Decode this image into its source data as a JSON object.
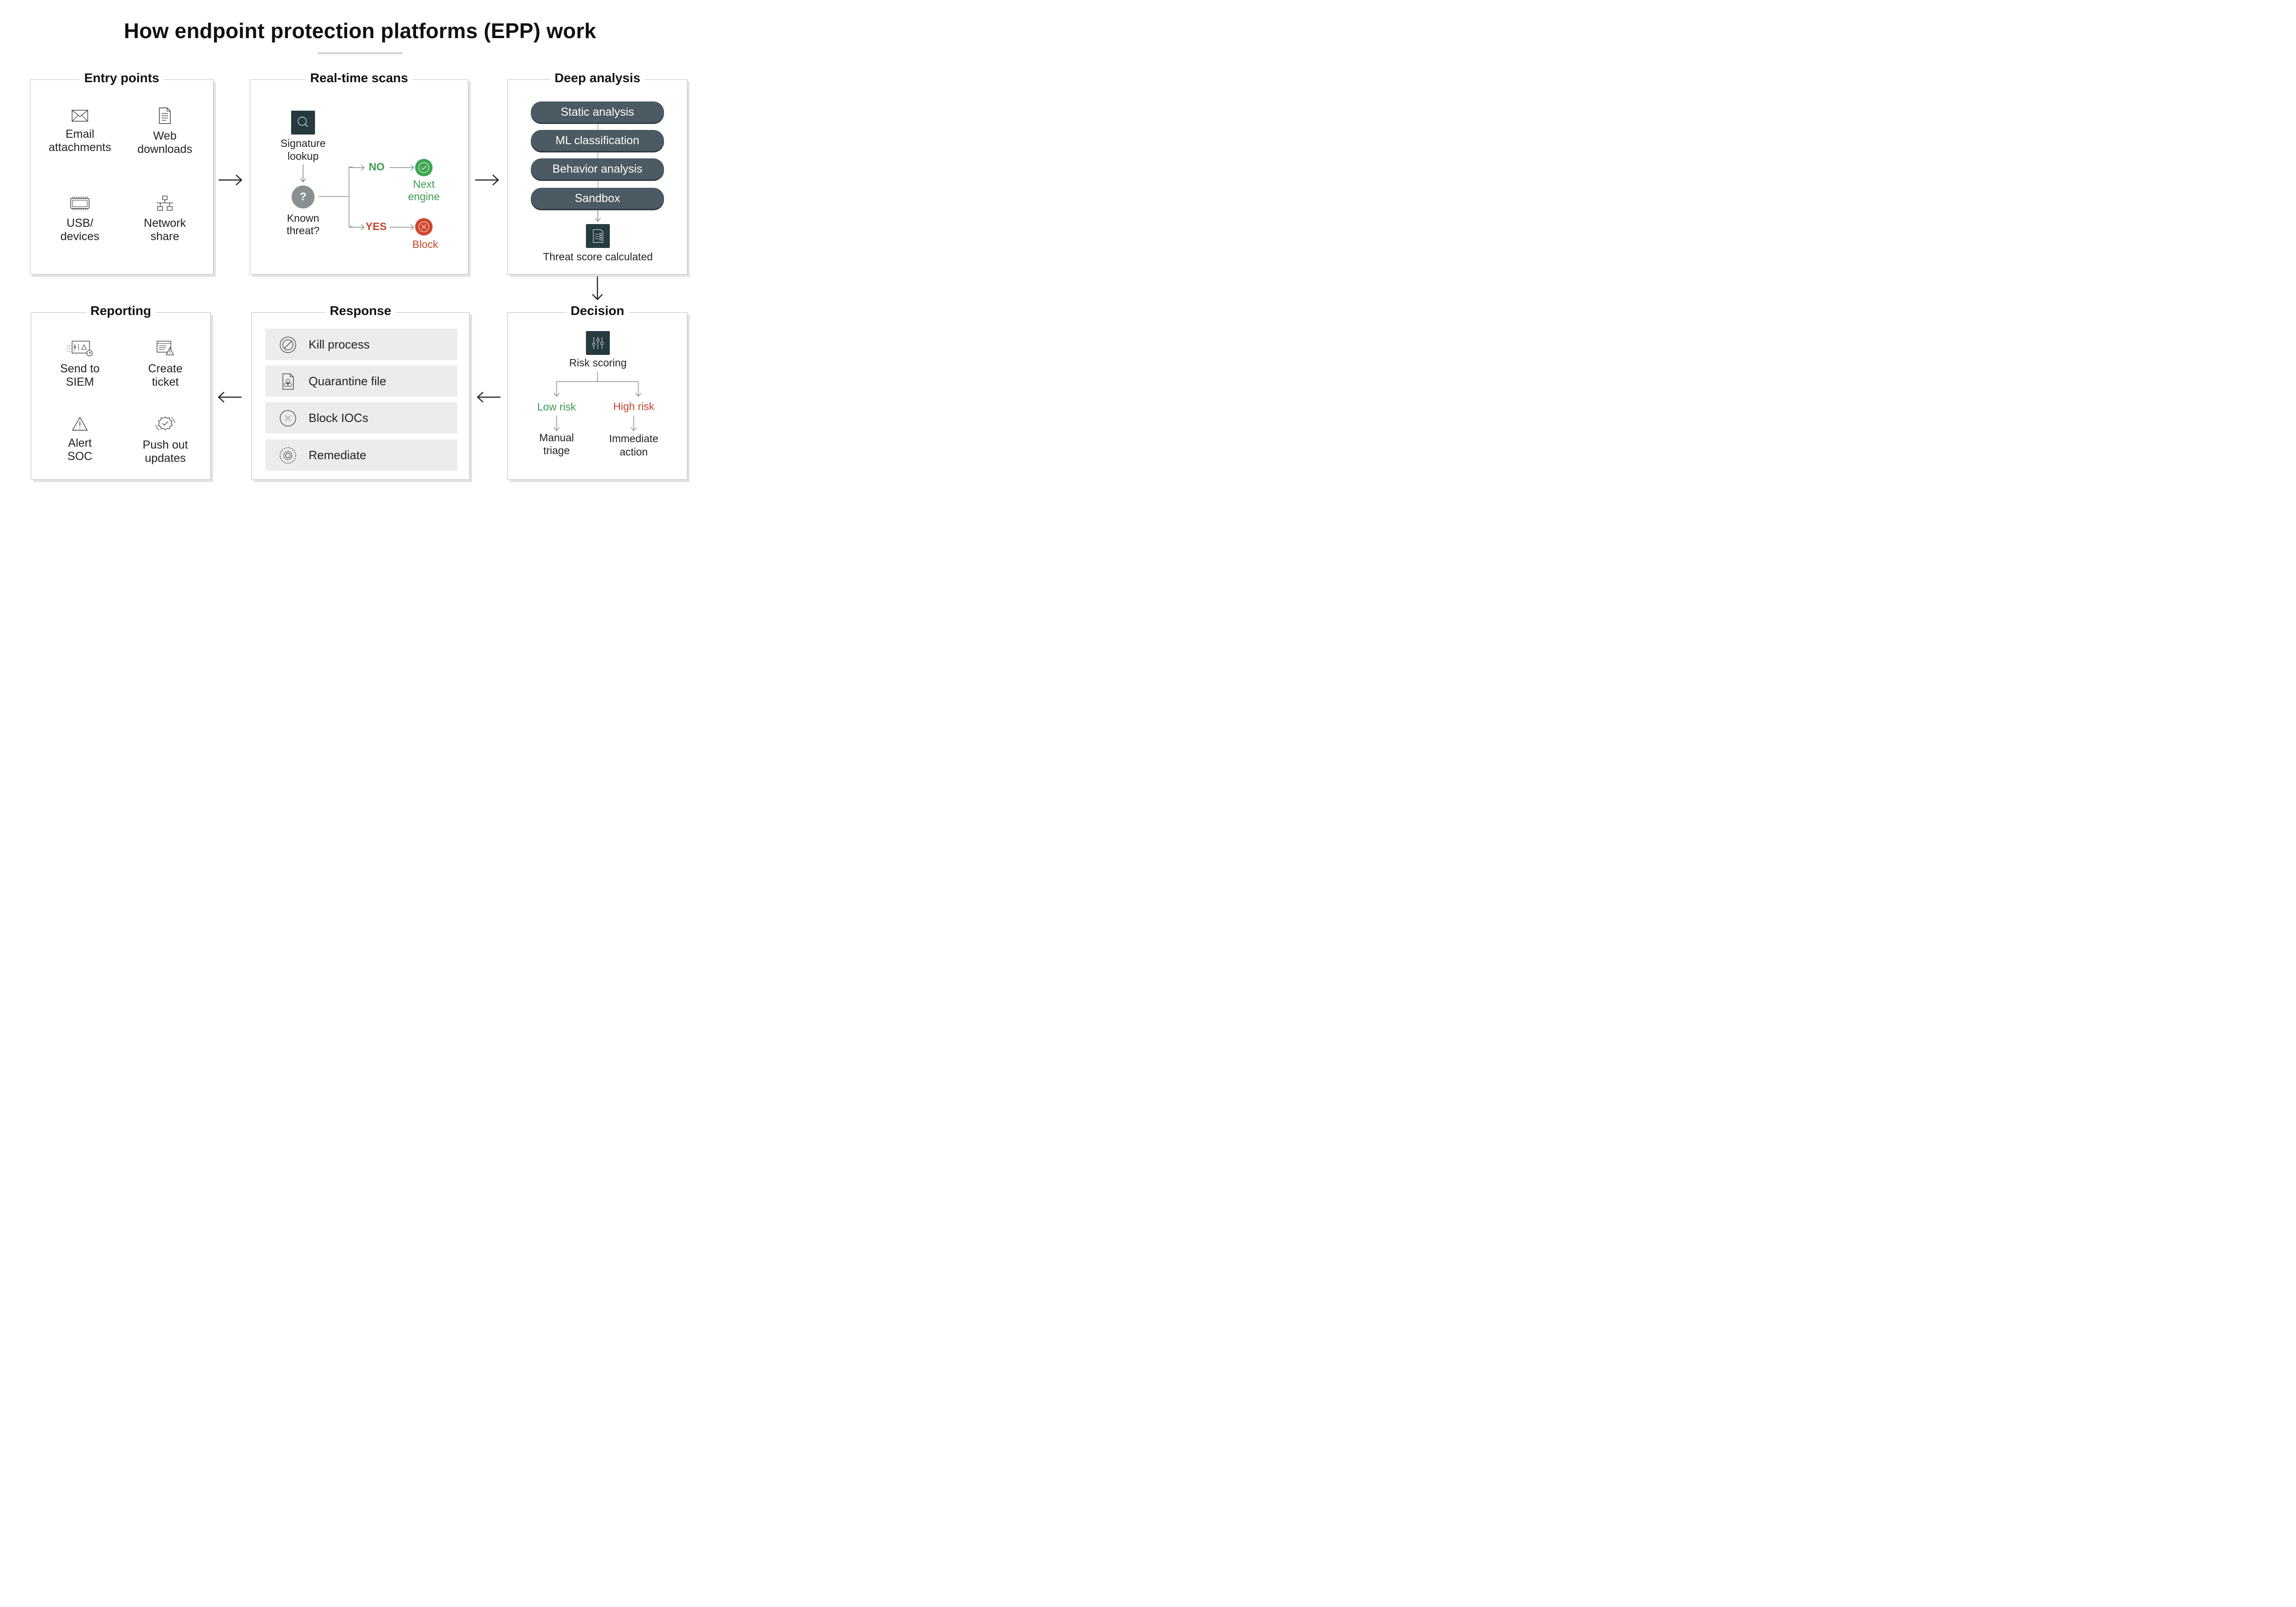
{
  "title": "How endpoint protection platforms (EPP) work",
  "colors": {
    "dark": "#263a40",
    "pill": "#4b5a63",
    "green": "#3a9c4f",
    "red": "#c9432c",
    "rowbg": "#ececec"
  },
  "entry": {
    "title": "Entry points",
    "items": [
      {
        "icon": "envelope-icon",
        "label1": "Email",
        "label2": "attachments"
      },
      {
        "icon": "document-icon",
        "label1": "Web",
        "label2": "downloads"
      },
      {
        "icon": "chip-icon",
        "label1": "USB/",
        "label2": "devices"
      },
      {
        "icon": "network-icon",
        "label1": "Network",
        "label2": "share"
      }
    ]
  },
  "scans": {
    "title": "Real-time scans",
    "signature": {
      "icon": "magnifier-icon",
      "label1": "Signature",
      "label2": "lookup"
    },
    "known": {
      "glyph": "?",
      "label1": "Known",
      "label2": "threat?"
    },
    "no_label": "NO",
    "yes_label": "YES",
    "next": {
      "icon": "check-circle-icon",
      "label1": "Next",
      "label2": "engine"
    },
    "block": {
      "icon": "x-circle-icon",
      "label": "Block"
    }
  },
  "deep": {
    "title": "Deep analysis",
    "pills": [
      "Static analysis",
      "ML classification",
      "Behavior analysis",
      "Sandbox"
    ],
    "result": {
      "icon": "score-sheet-icon",
      "label": "Threat score calculated"
    }
  },
  "decision": {
    "title": "Decision",
    "risk": {
      "icon": "sliders-icon",
      "label": "Risk scoring"
    },
    "low": {
      "label": "Low risk",
      "out1": "Manual",
      "out2": "triage"
    },
    "high": {
      "label": "High risk",
      "out1": "Immediate",
      "out2": "action"
    }
  },
  "response": {
    "title": "Response",
    "rows": [
      {
        "icon": "prohibit-icon",
        "label": "Kill process"
      },
      {
        "icon": "biohazard-file-icon",
        "label": "Quarantine file"
      },
      {
        "icon": "x-circle-icon",
        "label": "Block IOCs"
      },
      {
        "icon": "gear-cycle-icon",
        "label": "Remediate"
      }
    ]
  },
  "reporting": {
    "title": "Reporting",
    "items": [
      {
        "icon": "dashboard-icon",
        "label1": "Send to",
        "label2": "SIEM"
      },
      {
        "icon": "ticket-warning-icon",
        "label1": "Create",
        "label2": "ticket"
      },
      {
        "icon": "warning-icon",
        "label1": "Alert",
        "label2": "SOC"
      },
      {
        "icon": "badge-check-icon",
        "label1": "Push out",
        "label2": "updates"
      }
    ]
  }
}
